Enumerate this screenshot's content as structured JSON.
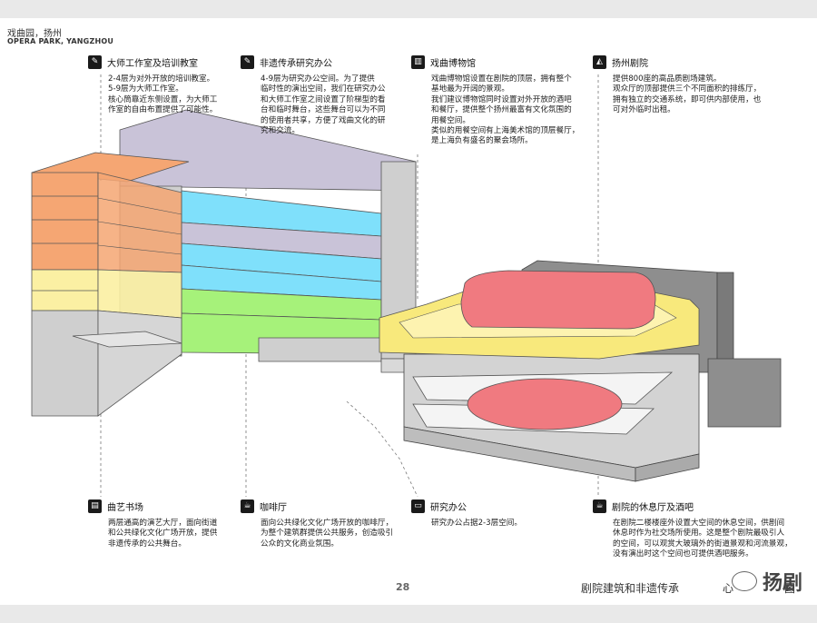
{
  "header": {
    "title_cn": "戏曲园，扬州",
    "title_en": "OPERA PARK, YANGZHOU"
  },
  "annotations_top": [
    {
      "icon": "studio-icon",
      "glyph": "✎",
      "title": "大师工作室及培训教室",
      "text": "2-4层为对外开放的培训教室。\n5-9层为大师工作室。\n核心筒靠近东侧设置，为大师工\n作室的自由布置提供了可能性。"
    },
    {
      "icon": "office-icon",
      "glyph": "✎",
      "title": "非遗传承研究办公",
      "text": "4-9层为研究办公空间。为了提供\n临时性的演出空间，我们在研究办公\n和大师工作室之间设置了阶梯型的看\n台和临时舞台，这些舞台可以为不同\n的使用者共享，方便了戏曲文化的研\n究和交流。"
    },
    {
      "icon": "museum-icon",
      "glyph": "▥",
      "title": "戏曲博物馆",
      "text": "戏曲博物馆设置在剧院的顶层，拥有整个\n基地最为开阔的景观。\n我们建议博物馆同时设置对外开放的酒吧\n和餐厅，提供整个扬州最富有文化氛围的\n用餐空间。\n类似的用餐空间有上海美术馆的顶层餐厅，\n是上海负有盛名的聚会场所。"
    },
    {
      "icon": "theater-icon",
      "glyph": "◭",
      "title": "扬州剧院",
      "text": "提供800座的高品质剧场建筑。\n观众厅的顶部提供三个不同面积的排练厅，\n拥有独立的交通系统，即可供内部使用，也\n可对外临时出租。"
    }
  ],
  "annotations_bottom": [
    {
      "icon": "stage-icon",
      "glyph": "▤",
      "title": "曲艺书场",
      "text": "两层通高的演艺大厅，面向街道\n和公共绿化文化广场开放，提供\n非遗传承的公共舞台。"
    },
    {
      "icon": "cafe-icon",
      "glyph": "☕",
      "title": "咖啡厅",
      "text": "面向公共绿化文化广场开放的咖啡厅，\n为整个建筑群提供公共服务，创造吸引\n公众的文化商业氛围。"
    },
    {
      "icon": "research-office-icon",
      "glyph": "▭",
      "title": "研究办公",
      "text": "研究办公占据2-3层空间。"
    },
    {
      "icon": "lounge-icon",
      "glyph": "☕",
      "title": "剧院的休息厅及酒吧",
      "text": "在剧院二楼楼座外设置大空间的休息空间，供剧间\n休息时作为社交场所使用。这是整个剧院最吸引人\n的空间，可以观赏大玻璃外的街道景观和河流景观，\n没有演出时这个空间也可提供酒吧服务。"
    }
  ],
  "footer": {
    "page_number": "28",
    "title": "剧院建筑和非遗传承",
    "title_tail": "心",
    "title_end": "图",
    "watermark": "扬剧"
  },
  "colors": {
    "orange": "#f5a673",
    "yellow_light": "#fbf0a3",
    "grey": "#cfcfcf",
    "lavender": "#c9c3d8",
    "cyan": "#7fe0fb",
    "green": "#a6f27a",
    "yellow": "#f8e97c",
    "red": "#f07a80",
    "dark": "#8e8e8e"
  }
}
